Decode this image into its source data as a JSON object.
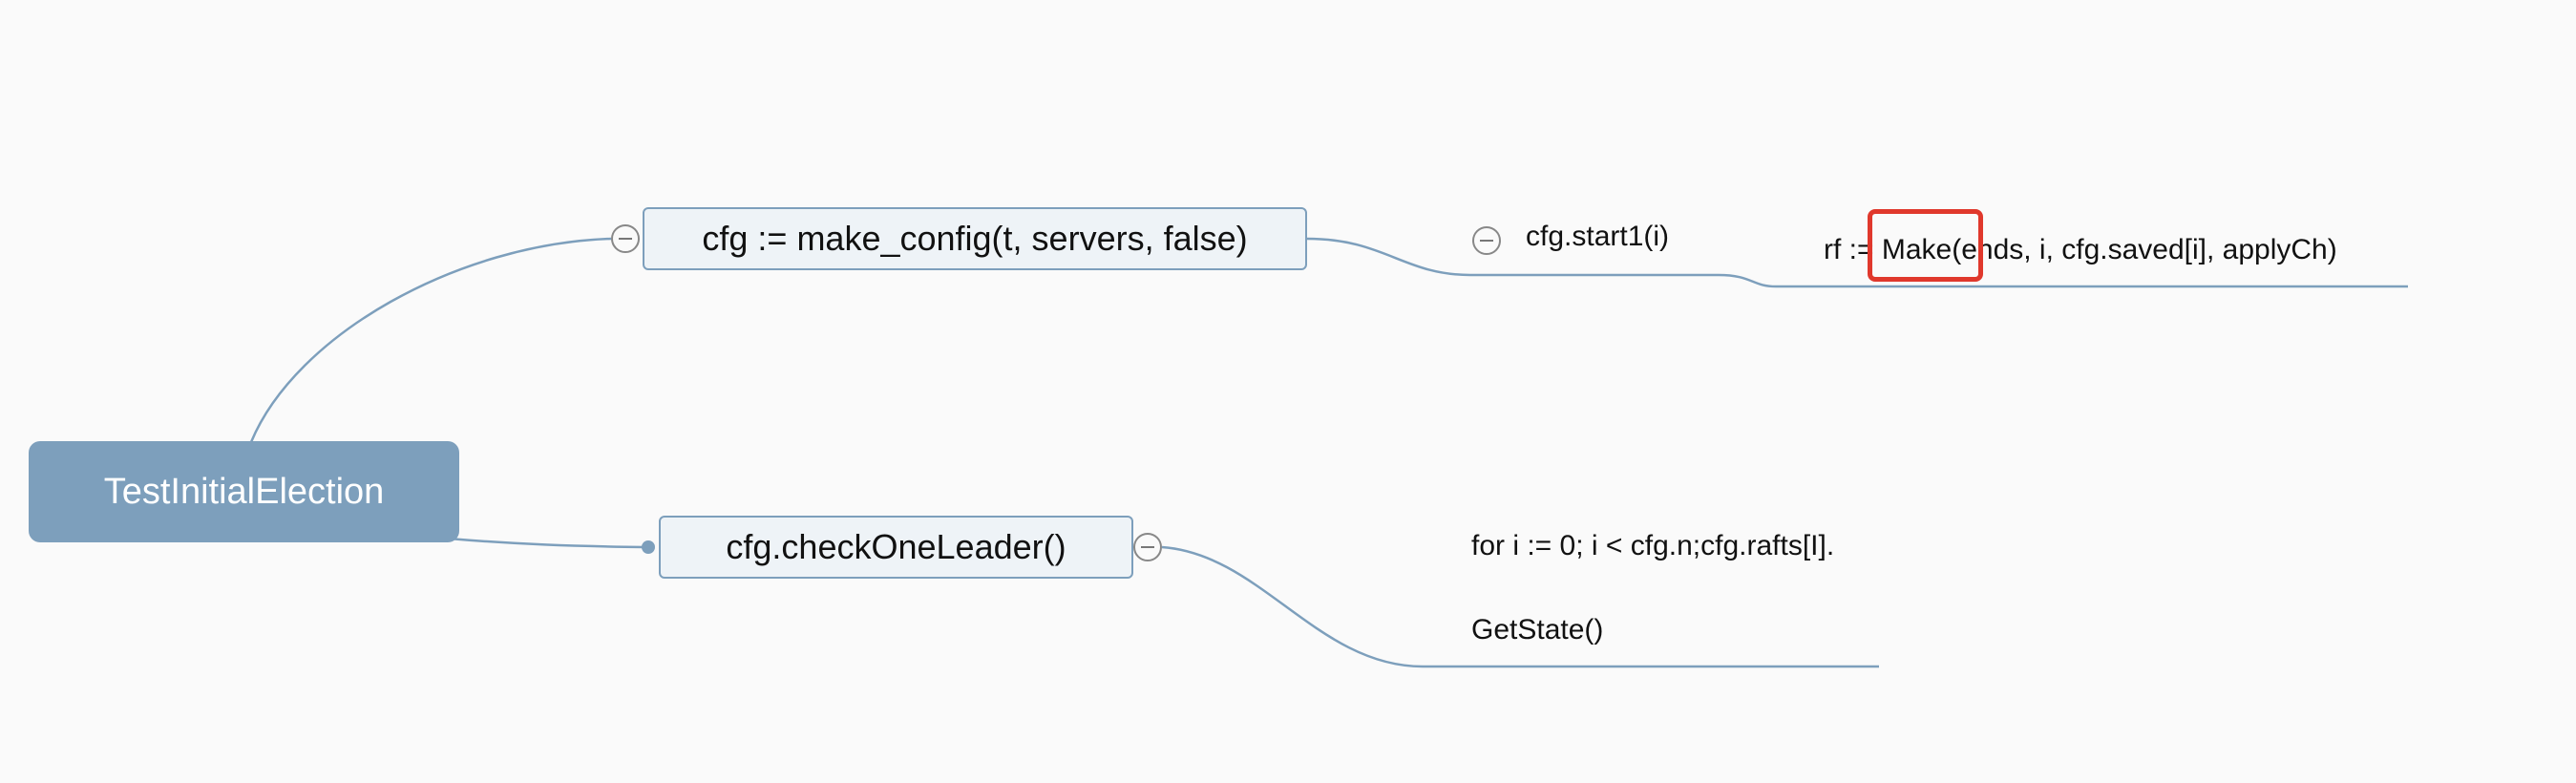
{
  "root": {
    "label": "TestInitialElection"
  },
  "topics": [
    {
      "label": "cfg := make_config(t, servers, false)"
    },
    {
      "label": "cfg.checkOneLeader()"
    }
  ],
  "subtopics": {
    "start": "cfg.start1(i)",
    "make": "rf := Make(ends, i, cfg.saved[i], applyCh)",
    "loop_line1": "for i := 0; i < cfg.n;cfg.rafts[I].",
    "loop_line2": "GetState()"
  },
  "colors": {
    "background": "#fafafa",
    "root_fill": "#7d9fbc",
    "topic_fill": "#eef3f7",
    "connector": "#7d9fbc",
    "highlight": "#e0382c"
  }
}
